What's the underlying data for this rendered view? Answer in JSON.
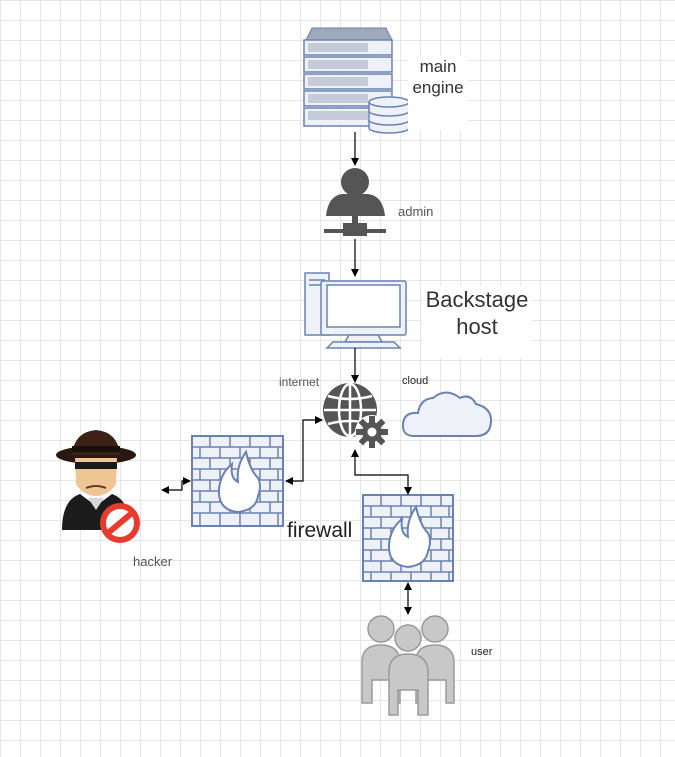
{
  "nodes": {
    "main_engine": {
      "label_line1": "main",
      "label_line2": "engine"
    },
    "admin": {
      "label": "admin"
    },
    "backstage_host": {
      "label_line1": "Backstage",
      "label_line2": "host"
    },
    "internet": {
      "label": "internet"
    },
    "cloud": {
      "label": "cloud"
    },
    "firewall": {
      "label": "firewall"
    },
    "hacker": {
      "label": "hacker"
    },
    "user": {
      "label": "user"
    }
  },
  "edges": [
    {
      "from": "main_engine",
      "to": "admin",
      "direction": "forward"
    },
    {
      "from": "admin",
      "to": "backstage_host",
      "direction": "forward"
    },
    {
      "from": "backstage_host",
      "to": "internet",
      "direction": "forward"
    },
    {
      "from": "internet",
      "to": "firewall_left",
      "direction": "both"
    },
    {
      "from": "firewall_left",
      "to": "hacker",
      "direction": "both"
    },
    {
      "from": "internet",
      "to": "firewall_right",
      "direction": "both"
    },
    {
      "from": "firewall_right",
      "to": "user",
      "direction": "both"
    }
  ],
  "colors": {
    "icon_fill": "#eef1f8",
    "icon_stroke": "#6a82b3",
    "dark_icon": "#555555",
    "arrow": "#000000",
    "hacker_block": "#e63b2e"
  }
}
